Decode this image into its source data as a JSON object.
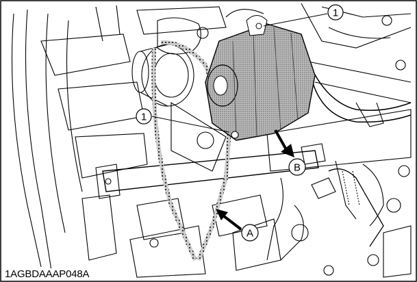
{
  "figure": {
    "code": "1AGBDAAAP048A",
    "callouts": {
      "upper_part_number": "1",
      "lower_part_number": "1",
      "letter_a": "A",
      "letter_b": "B"
    }
  }
}
